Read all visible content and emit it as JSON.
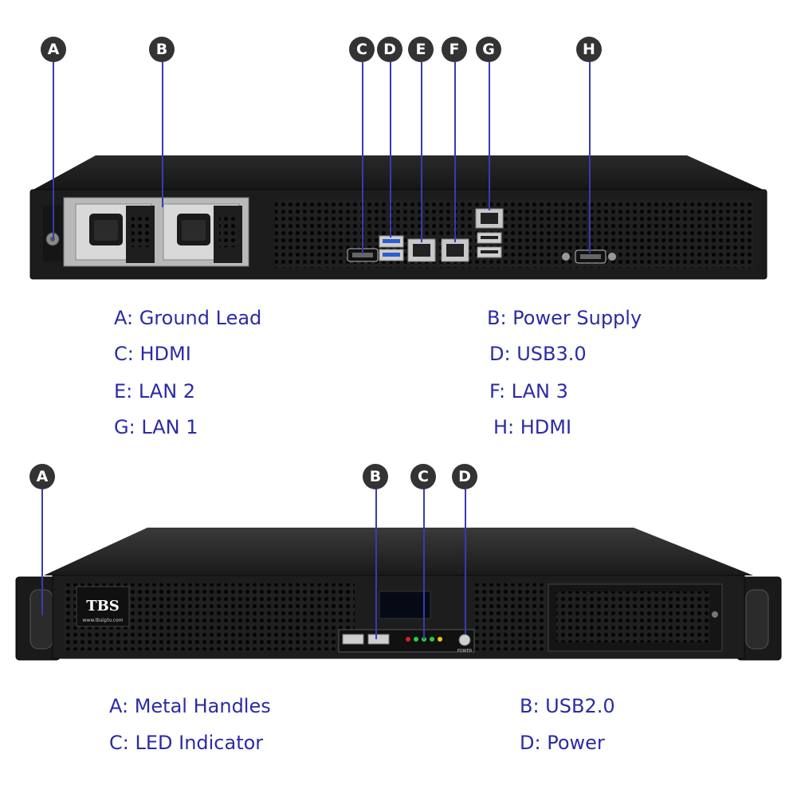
{
  "rear_panel": {
    "markers": [
      {
        "id": "A",
        "letter": "A"
      },
      {
        "id": "B",
        "letter": "B"
      },
      {
        "id": "C",
        "letter": "C"
      },
      {
        "id": "D",
        "letter": "D"
      },
      {
        "id": "E",
        "letter": "E"
      },
      {
        "id": "F",
        "letter": "F"
      },
      {
        "id": "G",
        "letter": "G"
      },
      {
        "id": "H",
        "letter": "H"
      }
    ],
    "legend": [
      {
        "text": "A: Ground Lead"
      },
      {
        "text": "B: Power Supply"
      },
      {
        "text": "C: HDMI"
      },
      {
        "text": "D: USB3.0"
      },
      {
        "text": "E: LAN 2"
      },
      {
        "text": "F: LAN 3"
      },
      {
        "text": "G: LAN 1"
      },
      {
        "text": "H: HDMI"
      }
    ]
  },
  "front_panel": {
    "markers": [
      {
        "id": "A",
        "letter": "A"
      },
      {
        "id": "B",
        "letter": "B"
      },
      {
        "id": "C",
        "letter": "C"
      },
      {
        "id": "D",
        "letter": "D"
      }
    ],
    "legend": [
      {
        "text": "A: Metal Handles"
      },
      {
        "text": "B: USB2.0"
      },
      {
        "text": "C: LED Indicator"
      },
      {
        "text": "D: Power"
      }
    ],
    "logo_text": "TBS",
    "logo_url": "www.tbsiptv.com",
    "power_label": "POWER",
    "colors": {
      "led_red": "#e02020",
      "led_green": "#2ecc40",
      "led_yellow": "#f1c40f"
    }
  },
  "colors": {
    "marker_fill": "#333333",
    "leader_line": "#3a3ab4",
    "legend_text": "#2b2ba6",
    "chassis": "#1c1c1c"
  }
}
